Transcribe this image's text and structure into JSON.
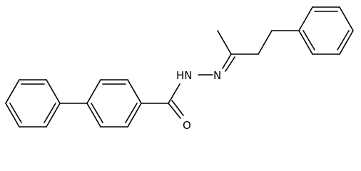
{
  "molecule": {
    "atoms": {
      "nh": "HN",
      "n": "N",
      "o": "O"
    },
    "colors": {
      "bond": "#000000",
      "text": "#000000",
      "background": "#ffffff"
    }
  }
}
